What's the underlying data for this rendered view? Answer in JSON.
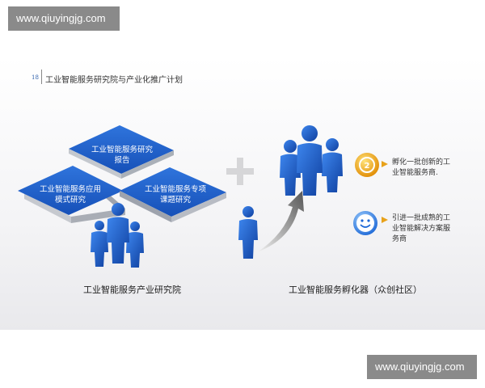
{
  "watermark": {
    "text": "www.qiuyingjg.com"
  },
  "header": {
    "page_number": "18",
    "title": "工业智能服务研究院与产业化推广计划"
  },
  "left_block": {
    "tiles": [
      {
        "line1": "工业智能服务研究",
        "line2": "报告"
      },
      {
        "line1": "工业智能服务应用",
        "line2": "模式研究"
      },
      {
        "line1": "工业智能服务专项",
        "line2": "课题研究"
      }
    ],
    "caption": "工业智能服务产业研究院"
  },
  "right_block": {
    "items": [
      {
        "icon": "medal-icon",
        "text_line1": "孵化一批创新的工",
        "text_line2": "业智能服务商."
      },
      {
        "icon": "smiley-icon",
        "text_line1": "引进一批成熟的工",
        "text_line2": "业智能解决方案服",
        "text_line3": "务商"
      }
    ],
    "caption": "工业智能服务孵化器（众创社区）"
  },
  "colors": {
    "tile": "#1e5ec8",
    "people": "#1a5ad0",
    "accent": "#e8a21a"
  }
}
